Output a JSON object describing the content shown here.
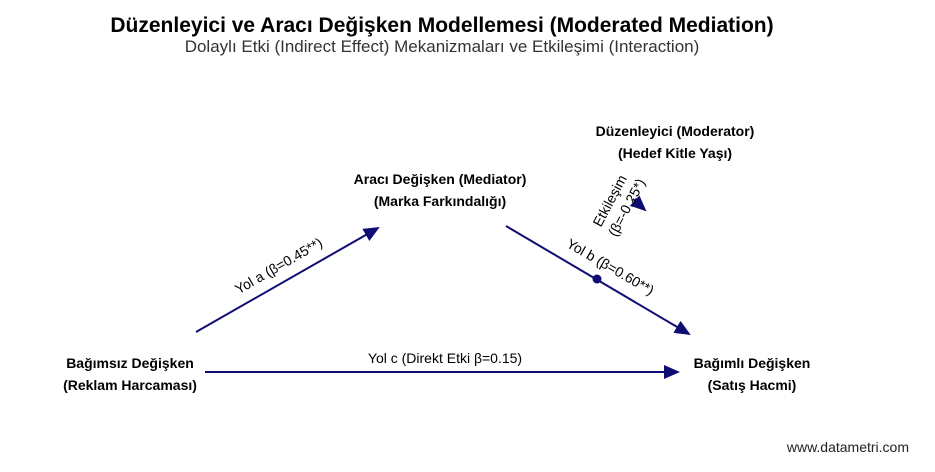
{
  "title": "Düzenleyici ve Aracı Değişken Modellemesi (Moderated Mediation)",
  "subtitle": "Dolaylı Etki (Indirect Effect) Mekanizmaları ve Etkileşimi (Interaction)",
  "nodes": {
    "independent": {
      "line1": "Bağımsız Değişken",
      "line2": "(Reklam Harcaması)"
    },
    "mediator": {
      "line1": "Aracı Değişken (Mediator)",
      "line2": "(Marka Farkındalığı)"
    },
    "moderator": {
      "line1": "Düzenleyici (Moderator)",
      "line2": "(Hedef Kitle Yaşı)"
    },
    "dependent": {
      "line1": "Bağımlı Değişken",
      "line2": "(Satış Hacmi)"
    }
  },
  "paths": {
    "a_label": "Yol a (β=0.45**)",
    "b_label": "Yol b (β=0.60**)",
    "c_label": "Yol c (Direkt Etki β=0.15)",
    "interaction_line1": "Etkileşim",
    "interaction_line2": "(β=-0.25*)"
  },
  "colors": {
    "arrow": "#0d0d73",
    "text": "#000000"
  },
  "watermark": "www.datametri.com"
}
